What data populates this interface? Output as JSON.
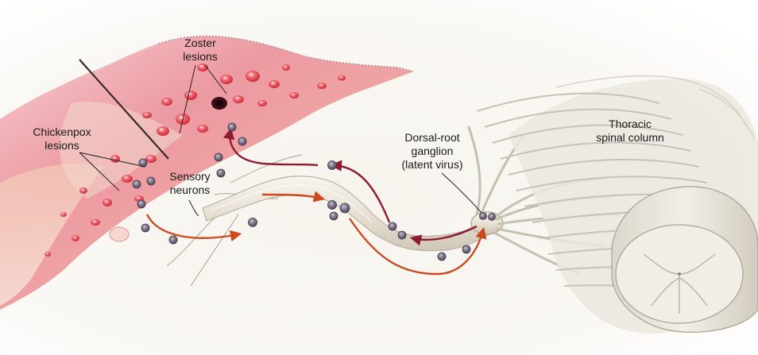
{
  "labels": {
    "zoster": {
      "line1": "Zoster",
      "line2": "lesions"
    },
    "chickenpox": {
      "line1": "Chickenpox",
      "line2": "lesions"
    },
    "sensory": {
      "line1": "Sensory",
      "line2": "neurons"
    },
    "drg": {
      "line1": "Dorsal-root",
      "line2": "ganglion",
      "line3": "(latent virus)"
    },
    "spine": {
      "line1": "Thoracic",
      "line2": "spinal column"
    }
  },
  "colors": {
    "skin_pink": "#f1b0b3",
    "skin_deep": "#e0606a",
    "lesion_red": "#d42e3a",
    "nerve_fill": "#ece7dc",
    "nerve_edge": "#b9b2a2",
    "virus": "#6e6478",
    "arrow_reactivation": "#8e1a33",
    "arrow_primary": "#cc4a1e"
  }
}
